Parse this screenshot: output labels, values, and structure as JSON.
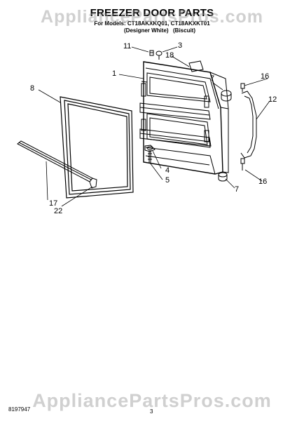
{
  "header": {
    "title": "FREEZER DOOR PARTS",
    "subtitle": "For Models: CT18AKXKQ01, CT18AKXKT01",
    "variant_left": "(Designer White)",
    "variant_right": "(Biscuit)"
  },
  "watermark": {
    "text": "AppliancePartsPros.com"
  },
  "callouts": {
    "c1": "1",
    "c3": "3",
    "c4": "4",
    "c5": "5",
    "c7a": "7",
    "c7b": "7",
    "c8": "8",
    "c11": "11",
    "c12": "12",
    "c16a": "16",
    "c16b": "16",
    "c17": "17",
    "c18": "18",
    "c22": "22"
  },
  "footer": {
    "doc_number": "8197947",
    "page_number": "3"
  },
  "colors": {
    "line": "#000000",
    "watermark": "#969696",
    "background": "#ffffff"
  }
}
